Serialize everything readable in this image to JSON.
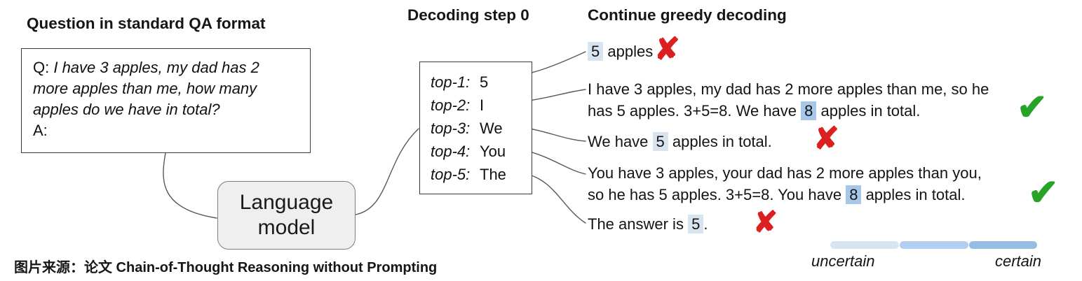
{
  "colors": {
    "highlight_light": "#d9e4f1",
    "highlight_medium": "#a6c7e9",
    "wrong_mark": "#dc2020",
    "correct_mark": "#27a427",
    "model_box_fill": "#efefef",
    "legend_segments": [
      "#d9e4f3",
      "#b0cff1",
      "#95bce2"
    ]
  },
  "question_panel": {
    "title": "Question in standard QA format",
    "line1_prefix": "Q: ",
    "line1_italic": "I have 3 apples, my dad has 2",
    "line2_italic": "more apples than me, how many",
    "line3_italic": "apples do we have in total?",
    "answer_prefix": "A:"
  },
  "language_model": {
    "line1": "Language",
    "line2": "model"
  },
  "decoding_panel": {
    "title": "Decoding step 0",
    "rows": [
      {
        "label": "top-1:",
        "token": "5"
      },
      {
        "label": "top-2:",
        "token": "I"
      },
      {
        "label": "top-3:",
        "token": "We"
      },
      {
        "label": "top-4:",
        "token": "You"
      },
      {
        "label": "top-5:",
        "token": "The"
      }
    ]
  },
  "continuation_panel": {
    "title": "Continue greedy decoding",
    "items": [
      {
        "pre": "",
        "highlight": "5",
        "post": " apples",
        "verdict": "wrong",
        "mark": "✘"
      },
      {
        "line1": "I have 3 apples, my dad has 2 more apples than me, so he",
        "line2_pre": "has 5 apples. 3+5=8. We have ",
        "highlight": "8",
        "post": " apples in total.",
        "verdict": "correct",
        "mark": "✔"
      },
      {
        "pre": "We have ",
        "highlight": "5",
        "post": " apples in total.",
        "verdict": "wrong",
        "mark": "✘"
      },
      {
        "line1": "You have 3 apples, your dad has 2 more apples than you,",
        "line2_pre": "so he has 5 apples. 3+5=8. You have ",
        "highlight": "8",
        "post": " apples in total.",
        "verdict": "correct",
        "mark": "✔"
      },
      {
        "pre": "The answer is ",
        "highlight": "5",
        "post": ".",
        "verdict": "wrong",
        "mark": "✘"
      }
    ]
  },
  "legend": {
    "left_label": "uncertain",
    "right_label": "certain"
  },
  "caption": "图片来源：论文 Chain-of-Thought Reasoning without Prompting"
}
